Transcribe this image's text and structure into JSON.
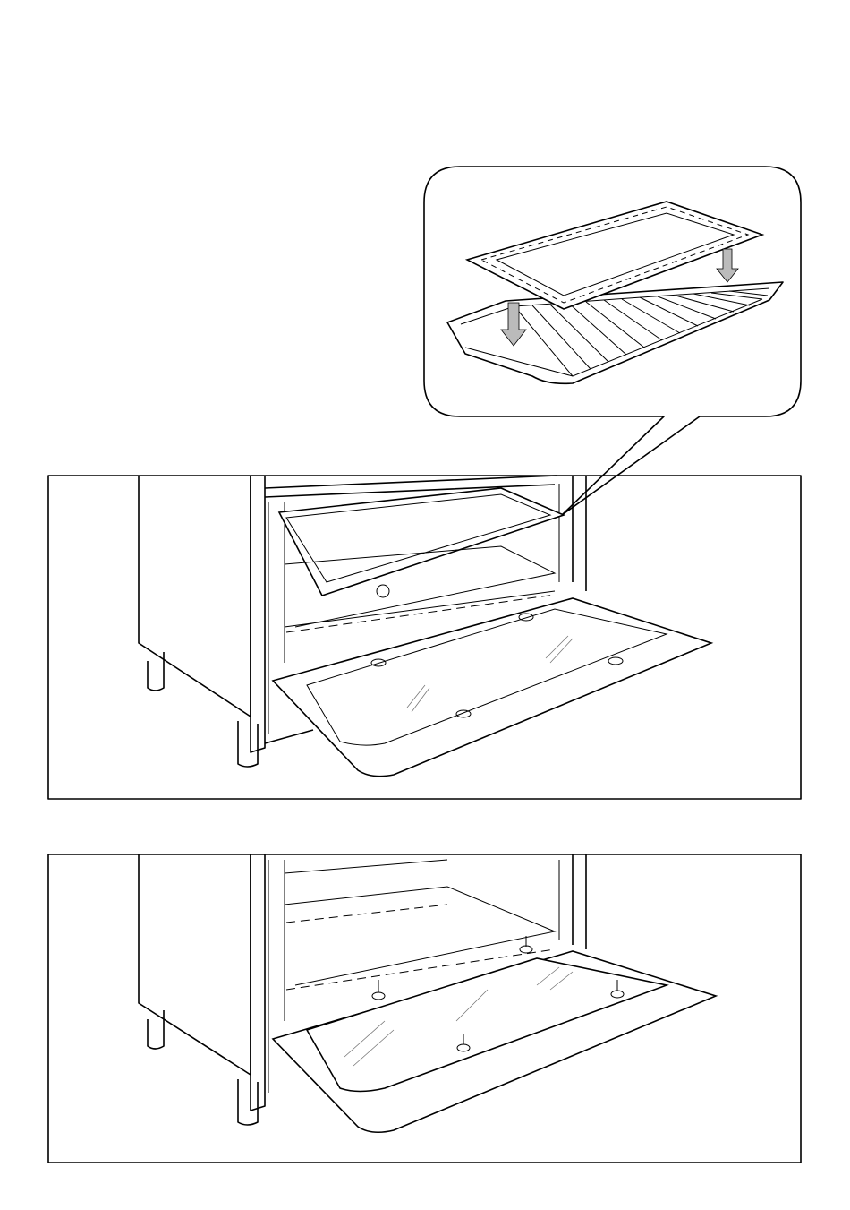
{
  "page": {
    "figures": [
      {
        "id": "detail-callout",
        "subject": "tray-on-rack"
      },
      {
        "id": "oven-open-with-tray"
      },
      {
        "id": "oven-open-door-glass-removed"
      }
    ]
  },
  "colors": {
    "line": "#000000",
    "background": "#ffffff",
    "arrow": "#bbbbbb"
  }
}
